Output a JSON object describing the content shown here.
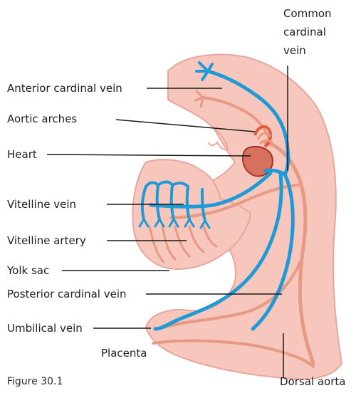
{
  "labels": {
    "common_cardinal_vein_1": "Common",
    "common_cardinal_vein_2": "cardinal",
    "common_cardinal_vein_3": "vein",
    "anterior_cardinal_vein": "Anterior cardinal vein",
    "aortic_arches": "Aortic arches",
    "heart": "Heart",
    "vitelline_vein": "Vitelline vein",
    "vitelline_artery": "Vitelline artery",
    "yolk_sac": "Yolk sac",
    "posterior_cardinal_vein": "Posterior cardinal vein",
    "umbilical_vein": "Umbilical vein",
    "placenta": "Placenta",
    "dorsal_aorta": "Dorsal aorta"
  },
  "caption": "Figure 30.1",
  "colors": {
    "embryo_fill": "#f7c6bd",
    "embryo_outline": "#e6a79c",
    "vein": "#1e9ad6",
    "artery": "#e79a82",
    "heart": "#d9705e",
    "heart_outline": "#a0362a",
    "leader_line": "#1a1a1a"
  }
}
